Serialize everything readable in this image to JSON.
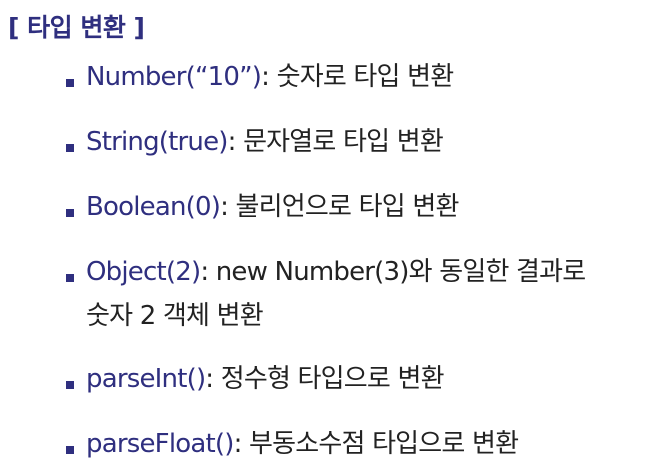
{
  "title": "[ 타입 변환 ]",
  "items": [
    {
      "code": "Number(“10”)",
      "desc": ": 숫자로 타입 변환"
    },
    {
      "code": "String(true)",
      "desc": ": 문자열로 타입 변환"
    },
    {
      "code": "Boolean(0)",
      "desc": ": 불리언으로 타입 변환"
    },
    {
      "code": "Object(2)",
      "desc": ":  new Number(3)와 동일한 결과로",
      "desc2": "숫자 2 객체 변환"
    },
    {
      "code": "parseInt()",
      "desc": ": 정수형 타입으로 변환"
    },
    {
      "code": "parseFloat()",
      "desc": ": 부동소수점 타입으로 변환"
    }
  ],
  "colors": {
    "accent": "#2f2f7f",
    "text": "#222222"
  }
}
